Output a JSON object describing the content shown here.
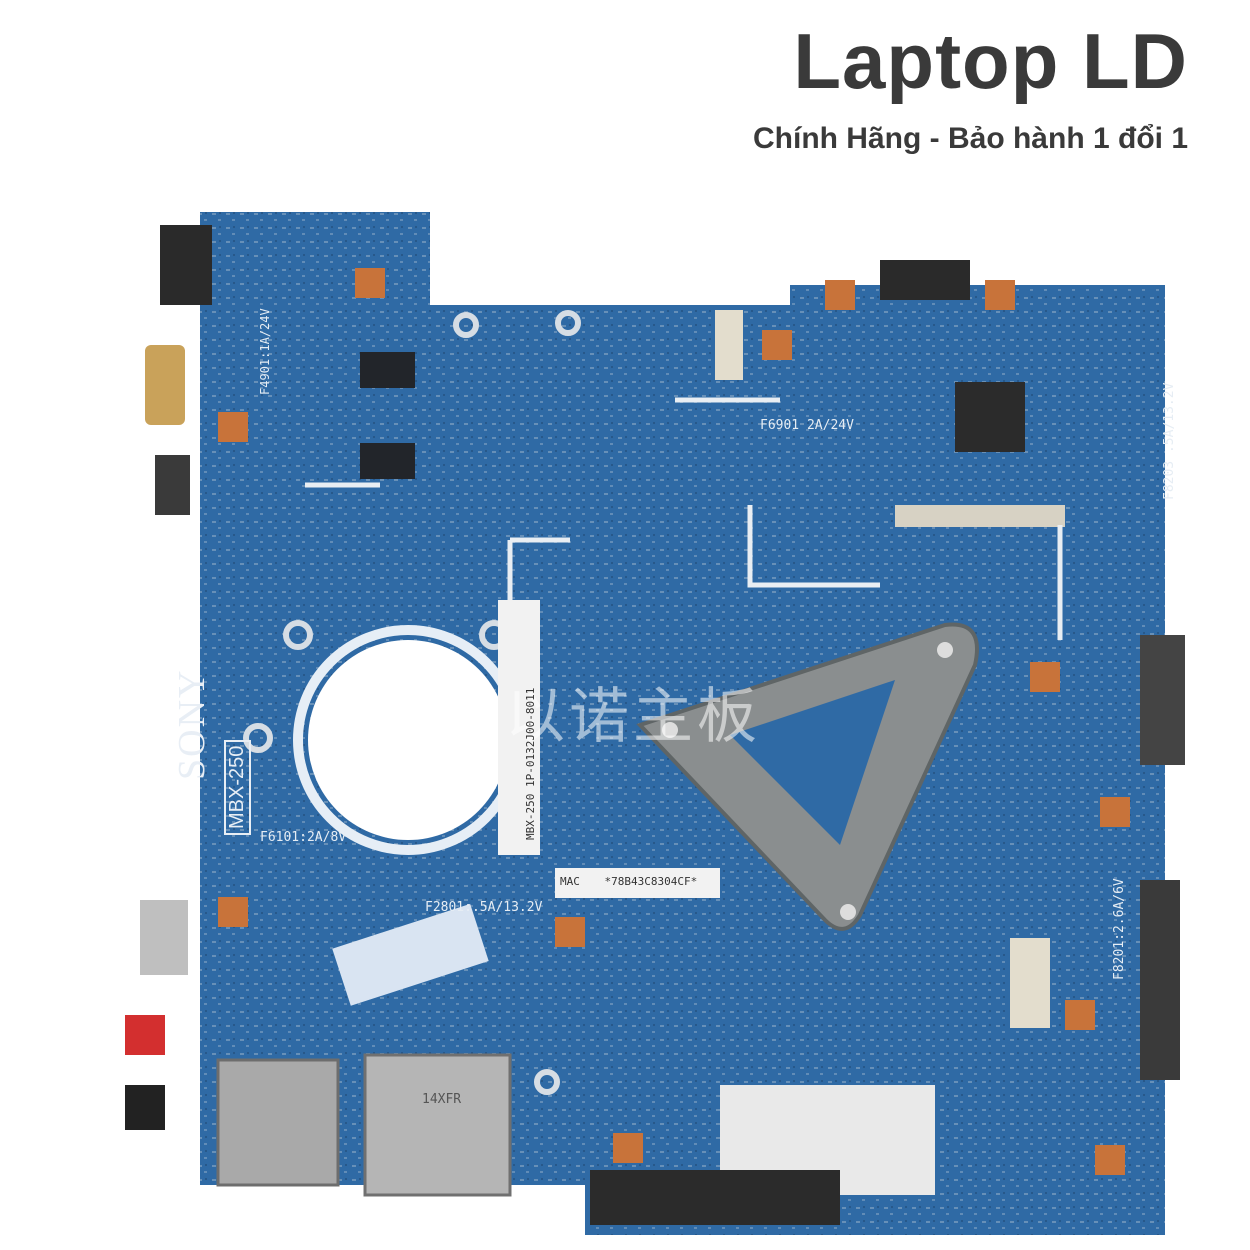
{
  "brand": {
    "title": "Laptop LD",
    "subtitle": "Chính Hãng - Bảo hành 1 đổi 1"
  },
  "board": {
    "maker_text": "SONY",
    "model_text": "MBX-250",
    "watermark": "以诺主板",
    "label_fuse_1": "F6101:2A/8V",
    "label_fuse_2": "F2801:.5A/13.2V",
    "label_fuse_3": "F6901 2A/24V",
    "label_fuse_4": "F8203 .5A/13.2V",
    "label_fuse_5": "F8201:2.6A/6V",
    "label_fuse_6": "F4901:1A/24V",
    "mac_label": "MAC",
    "mac_value": "*78B43C8304CF*",
    "sd_label": "14XFR",
    "serial_text": "MBX-250 1P-0132J00-8011",
    "colors": {
      "pcb": "#2f6aa5",
      "pcb_dark": "#1f4f85",
      "heatsink": "#8a8e8f",
      "pad": "#c8733a"
    }
  }
}
